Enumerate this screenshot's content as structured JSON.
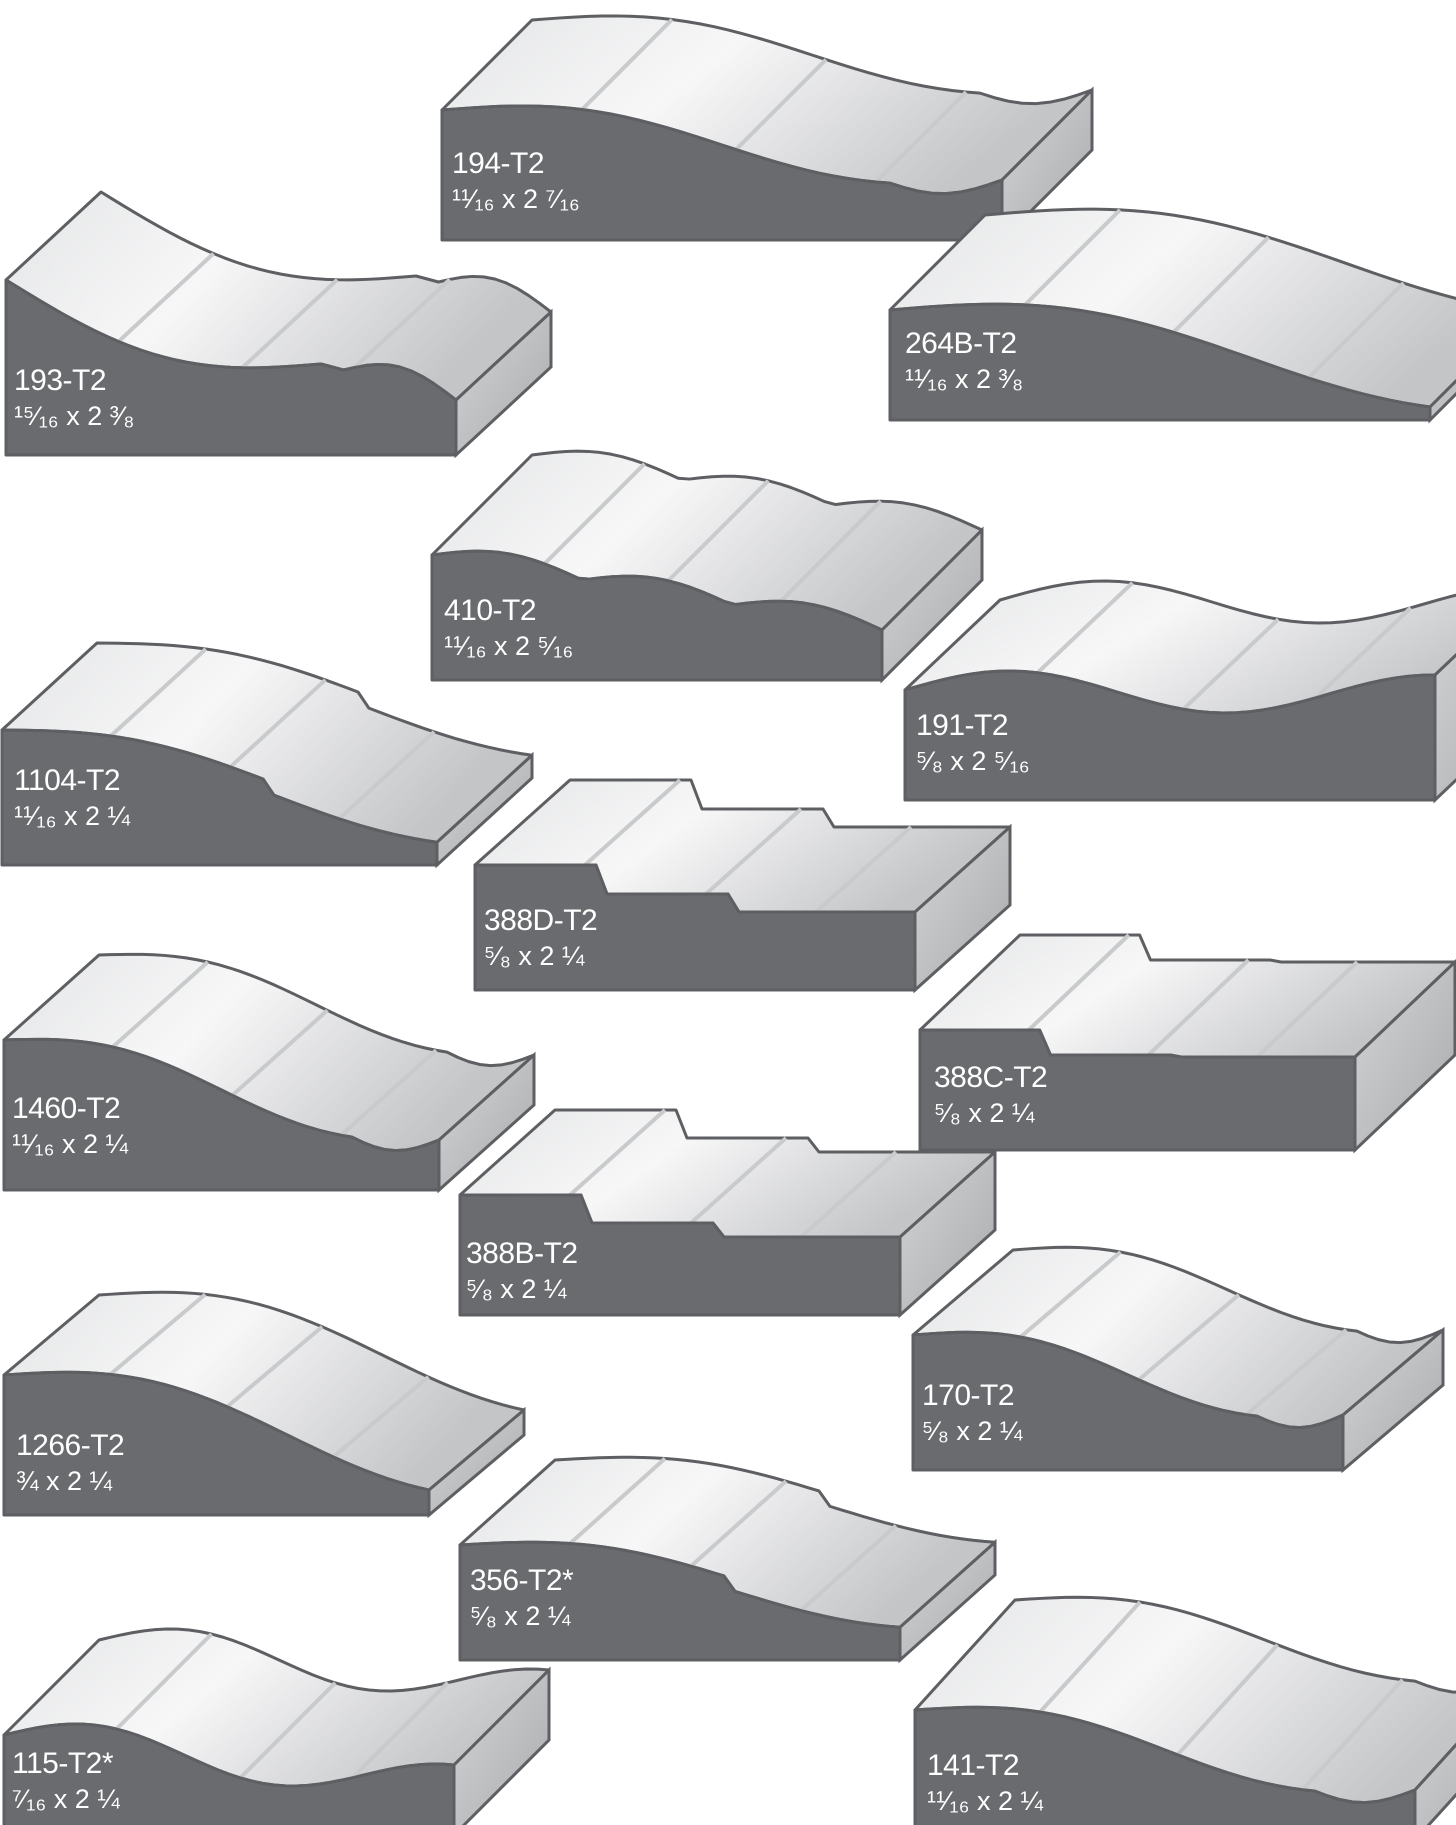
{
  "colors": {
    "profile_end": "#6a6b6e",
    "profile_outline": "#5e5f62",
    "face_light": "#f3f3f4",
    "face_shade": "#c9cacb",
    "label_text": "#ffffff",
    "background": "#ffffff"
  },
  "moldings": [
    {
      "code": "194-T2",
      "size": "¹¹⁄₁₆ x 2 ⁷⁄₁₆"
    },
    {
      "code": "193-T2",
      "size": "¹⁵⁄₁₆ x 2 ³⁄₈"
    },
    {
      "code": "264B-T2",
      "size": "¹¹⁄₁₆ x 2 ³⁄₈"
    },
    {
      "code": "410-T2",
      "size": "¹¹⁄₁₆ x 2 ⁵⁄₁₆"
    },
    {
      "code": "191-T2",
      "size": "⁵⁄₈ x 2 ⁵⁄₁₆"
    },
    {
      "code": "1104-T2",
      "size": "¹¹⁄₁₆ x 2 ¼"
    },
    {
      "code": "388D-T2",
      "size": "⁵⁄₈ x 2 ¼"
    },
    {
      "code": "1460-T2",
      "size": "¹¹⁄₁₆ x 2 ¼"
    },
    {
      "code": "388C-T2",
      "size": "⁵⁄₈ x 2 ¼"
    },
    {
      "code": "388B-T2",
      "size": "⁵⁄₈ x 2 ¼"
    },
    {
      "code": "1266-T2",
      "size": "¾ x 2 ¼"
    },
    {
      "code": "170-T2",
      "size": "⁵⁄₈ x 2 ¼"
    },
    {
      "code": "356-T2*",
      "size": "⁵⁄₈ x 2 ¼"
    },
    {
      "code": "115-T2*",
      "size": "⁷⁄₁₆ x 2 ¼"
    },
    {
      "code": "141-T2",
      "size": "¹¹⁄₁₆ x 2 ¼"
    }
  ]
}
